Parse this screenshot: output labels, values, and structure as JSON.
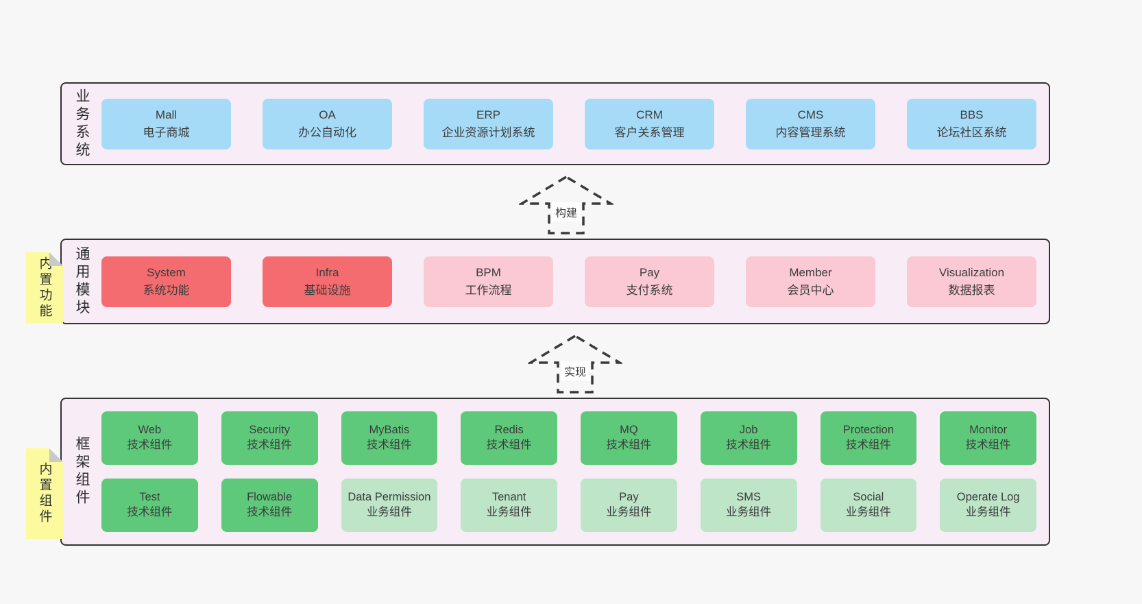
{
  "arrows": [
    {
      "label": "构建"
    },
    {
      "label": "实现"
    }
  ],
  "layers": [
    {
      "label": "业务系统",
      "boxes": [
        {
          "title": "Mall",
          "subtitle": "电子商城",
          "type": "blue"
        },
        {
          "title": "OA",
          "subtitle": "办公自动化",
          "type": "blue"
        },
        {
          "title": "ERP",
          "subtitle": "企业资源计划系统",
          "type": "blue"
        },
        {
          "title": "CRM",
          "subtitle": "客户关系管理",
          "type": "blue"
        },
        {
          "title": "CMS",
          "subtitle": "内容管理系统",
          "type": "blue"
        },
        {
          "title": "BBS",
          "subtitle": "论坛社区系统",
          "type": "blue"
        }
      ]
    },
    {
      "label": "通用模块",
      "note": "内置功能",
      "boxes": [
        {
          "title": "System",
          "subtitle": "系统功能",
          "type": "red"
        },
        {
          "title": "Infra",
          "subtitle": "基础设施",
          "type": "red"
        },
        {
          "title": "BPM",
          "subtitle": "工作流程",
          "type": "pink"
        },
        {
          "title": "Pay",
          "subtitle": "支付系统",
          "type": "pink"
        },
        {
          "title": "Member",
          "subtitle": "会员中心",
          "type": "pink"
        },
        {
          "title": "Visualization",
          "subtitle": "数据报表",
          "type": "pink"
        }
      ]
    },
    {
      "label": "框架组件",
      "note": "内置组件",
      "boxes": [
        {
          "title": "Web",
          "subtitle": "技术组件",
          "type": "green"
        },
        {
          "title": "Security",
          "subtitle": "技术组件",
          "type": "green"
        },
        {
          "title": "MyBatis",
          "subtitle": "技术组件",
          "type": "green"
        },
        {
          "title": "Redis",
          "subtitle": "技术组件",
          "type": "green"
        },
        {
          "title": "MQ",
          "subtitle": "技术组件",
          "type": "green"
        },
        {
          "title": "Job",
          "subtitle": "技术组件",
          "type": "green"
        },
        {
          "title": "Protection",
          "subtitle": "技术组件",
          "type": "green"
        },
        {
          "title": "Monitor",
          "subtitle": "技术组件",
          "type": "green"
        },
        {
          "title": "Test",
          "subtitle": "技术组件",
          "type": "green"
        },
        {
          "title": "Flowable",
          "subtitle": "技术组件",
          "type": "green"
        },
        {
          "title": "Data Permission",
          "subtitle": "业务组件",
          "type": "light-green"
        },
        {
          "title": "Tenant",
          "subtitle": "业务组件",
          "type": "light-green"
        },
        {
          "title": "Pay",
          "subtitle": "业务组件",
          "type": "light-green"
        },
        {
          "title": "SMS",
          "subtitle": "业务组件",
          "type": "light-green"
        },
        {
          "title": "Social",
          "subtitle": "业务组件",
          "type": "light-green"
        },
        {
          "title": "Operate Log",
          "subtitle": "业务组件",
          "type": "light-green"
        }
      ]
    }
  ],
  "colors": {
    "page_bg": "#f7f7f7",
    "layer_bg": "#f8edf7",
    "layer_border": "#333333",
    "blue": "#a6dbf7",
    "red": "#f56c70",
    "pink": "#fbc9d3",
    "green": "#5fc97b",
    "light_green": "#bee5c8",
    "note_bg": "#fbfa9e",
    "note_fold": "#c9c9c9",
    "text": "#3c3c3c"
  }
}
